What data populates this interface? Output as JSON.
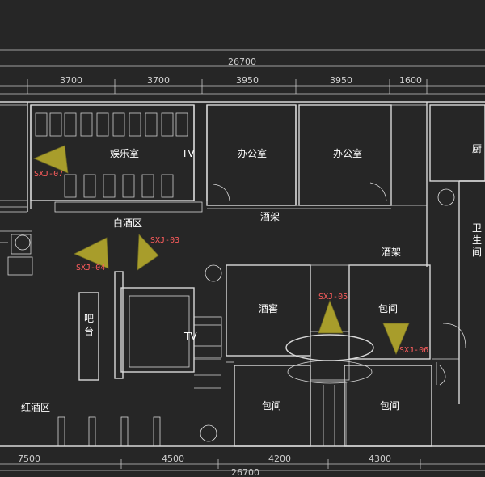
{
  "dimensions": {
    "total_top": "26700",
    "total_bottom": "26700",
    "top_segments": [
      "3700",
      "3700",
      "3950",
      "3950",
      "1600"
    ],
    "bottom_segments": [
      "7500",
      "4500",
      "4200",
      "4300"
    ]
  },
  "rooms": {
    "entertainment": "娱乐室",
    "office1": "办公室",
    "office2": "办公室",
    "white_wine": "白酒区",
    "wine_rack1": "酒架",
    "wine_rack2": "酒架",
    "bar_a": "吧",
    "bar_b": "台",
    "cellar": "酒窖",
    "private1": "包间",
    "private2": "包间",
    "private3": "包间",
    "red_wine": "红酒区",
    "restroom_a": "卫",
    "restroom_b": "生",
    "restroom_c": "间",
    "partial_right": "厨",
    "tv1": "TV",
    "tv2": "TV"
  },
  "cameras": [
    "SXJ-07",
    "SXJ-03",
    "SXJ-04",
    "SXJ-05",
    "SXJ-06"
  ]
}
